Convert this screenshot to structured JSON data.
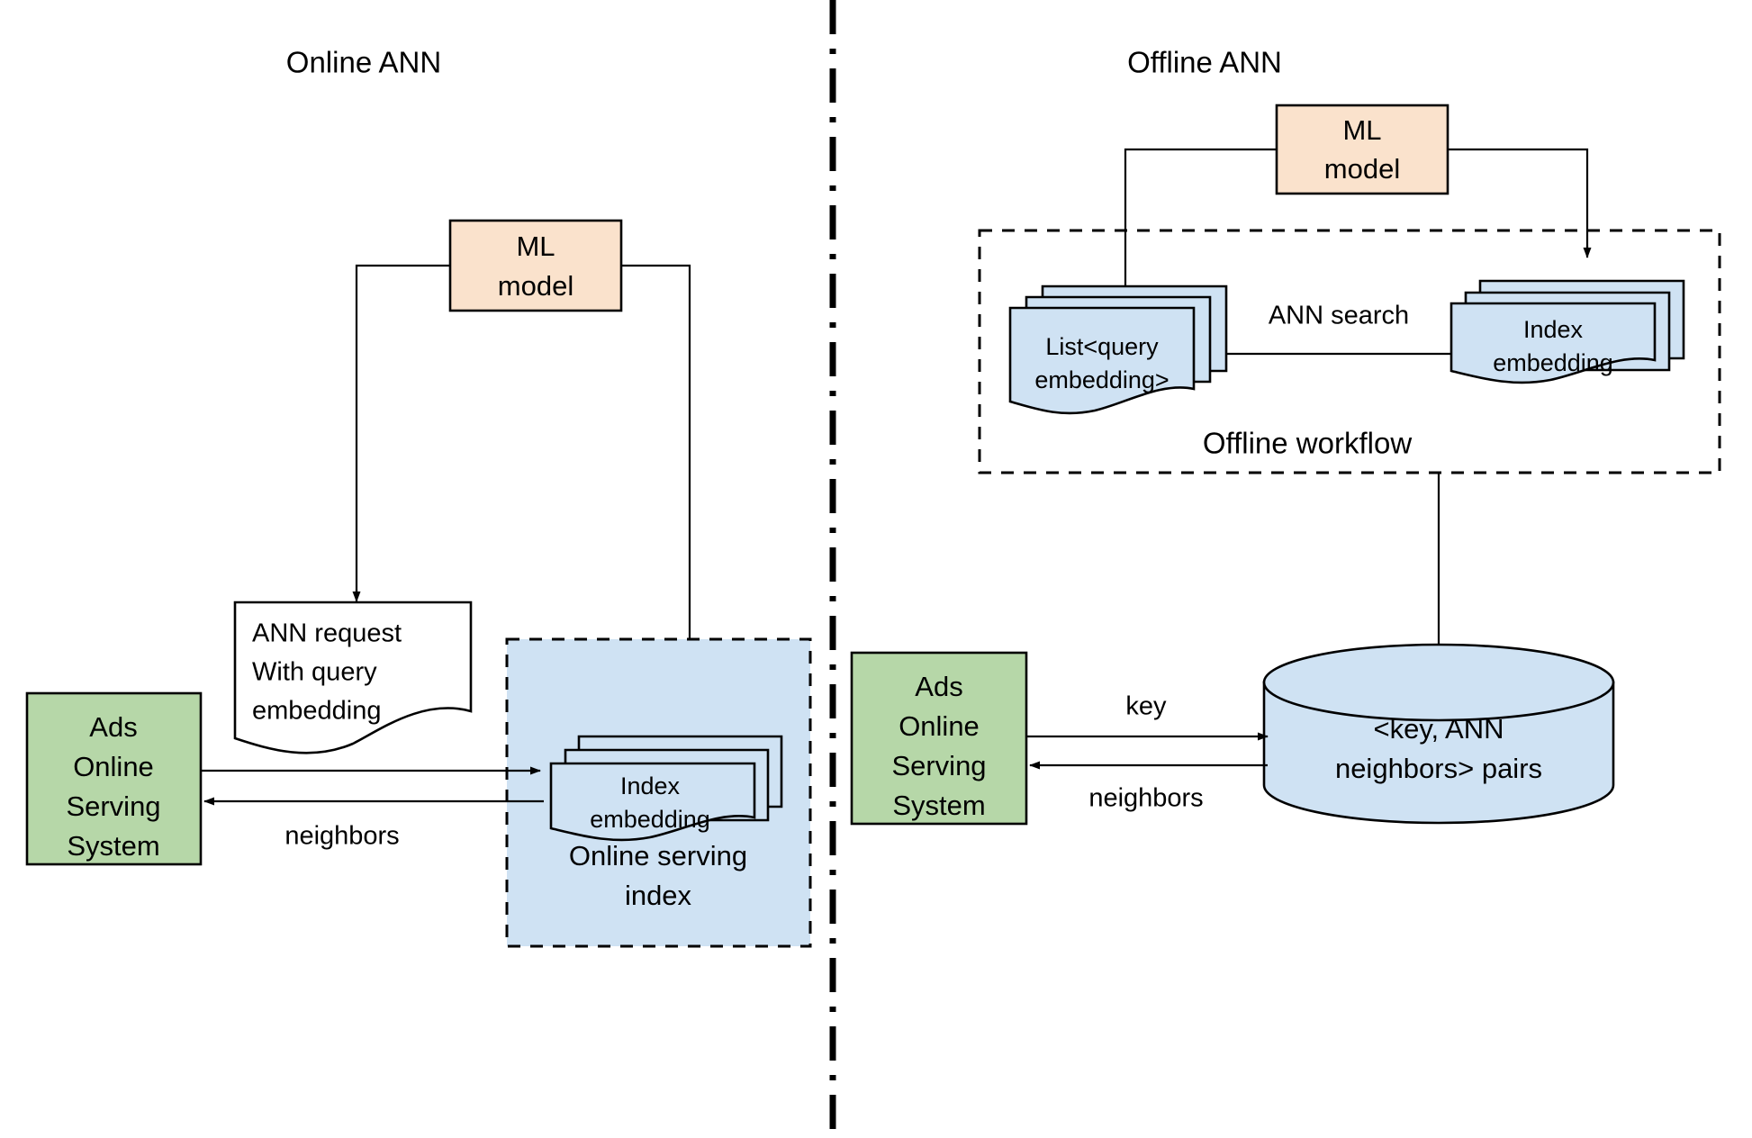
{
  "diagram": {
    "title_left": "Online ANN",
    "title_right": "Offline ANN",
    "colors": {
      "ml_model_fill": "#fae2cc",
      "serving_system_fill": "#b6d7a8",
      "embedding_fill": "#cfe2f3",
      "index_container_fill": "#cfe2f3",
      "stroke": "#000000",
      "background": "#ffffff"
    }
  },
  "left_panel": {
    "heading": "Online ANN",
    "ml_model": "ML\nmodel",
    "ml_model_line1": "ML",
    "ml_model_line2": "model",
    "ann_request_note": {
      "line1": "ANN request",
      "line2": "With query",
      "line3": "embedding"
    },
    "ads_serving_system": {
      "line1": "Ads",
      "line2": "Online",
      "line3": "Serving",
      "line4": "System"
    },
    "index_embedding": {
      "line1": "Index",
      "line2": "embedding"
    },
    "online_serving_index": {
      "line1": "Online serving",
      "line2": "index"
    },
    "edge_label_neighbors": "neighbors"
  },
  "right_panel": {
    "heading": "Offline ANN",
    "ml_model_line1": "ML",
    "ml_model_line2": "model",
    "query_embedding_list": {
      "line1": "List<query",
      "line2": "embedding>"
    },
    "index_embedding": {
      "line1": "Index",
      "line2": "embedding"
    },
    "ann_search_label": "ANN search",
    "offline_workflow_label": "Offline workflow",
    "ads_serving_system": {
      "line1": "Ads",
      "line2": "Online",
      "line3": "Serving",
      "line4": "System"
    },
    "datastore": {
      "line1": "<key, ANN",
      "line2": "neighbors> pairs"
    },
    "edge_label_key": "key",
    "edge_label_neighbors": "neighbors"
  }
}
